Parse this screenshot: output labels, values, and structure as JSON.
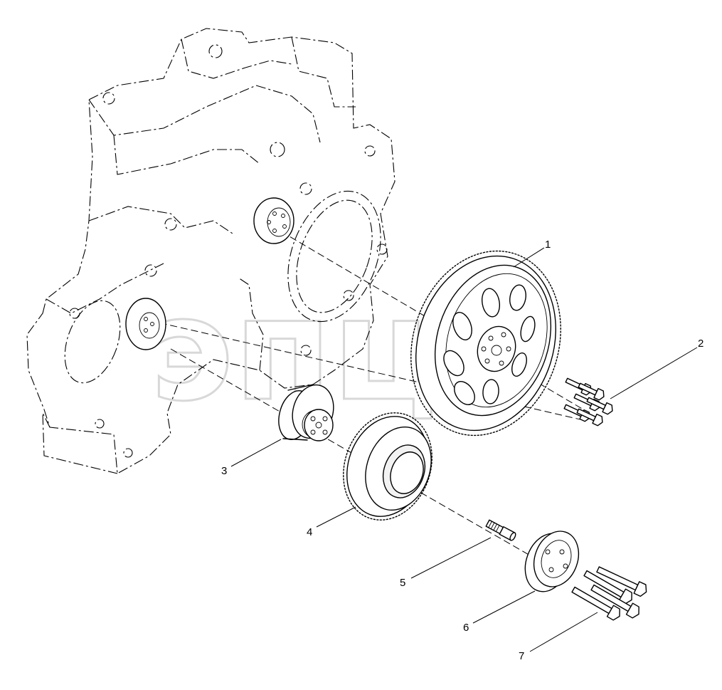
{
  "callouts": [
    {
      "id": "1",
      "label": "1"
    },
    {
      "id": "2",
      "label": "2"
    },
    {
      "id": "3",
      "label": "3"
    },
    {
      "id": "4",
      "label": "4"
    },
    {
      "id": "5",
      "label": "5"
    },
    {
      "id": "6",
      "label": "6"
    },
    {
      "id": "7",
      "label": "7"
    }
  ],
  "watermark": {
    "text": "эпц"
  }
}
